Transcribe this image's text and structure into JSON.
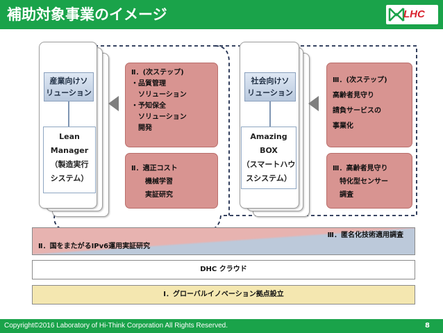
{
  "header": {
    "title": "補助対象事業のイメージ",
    "logo_text": "LHC"
  },
  "left_group": {
    "sector_label": "産業向けソ\nリューション",
    "product_label": "Lean\nManager\n（製造実行\nシステム）",
    "next_step": "Ⅱ．(次ステップ)\n・品質管理\n　ソリューション\n・予知保全\n　ソリューション\n　開発",
    "cost_box": "Ⅱ．適正コスト\n　　機械学習\n　　実証研究"
  },
  "right_group": {
    "sector_label": "社会向けソ\nリューション",
    "product_label": "Amazing\nBOX\n（スマートハウ\nスシステム）",
    "next_step": "Ⅲ．(次ステップ)\n高齢者見守り\n請負サービスの\n事業化",
    "sensor_box": "Ⅲ．高齢者見守り\n　特化型センサー\n　調査"
  },
  "bars": {
    "anonymization": "Ⅲ．匿名化技術適用調査",
    "ipv6": "Ⅱ．国をまたがるIPv6運用実証研究",
    "dhc": "DHC クラウド",
    "global": "Ⅰ．グローバルイノベーション拠点設立"
  },
  "footer": {
    "copyright": "Copyright©2016 Laboratory of Hi-Think Corporation All Rights Reserved.",
    "page_number": "8"
  },
  "colors": {
    "header_green": "#1aa34a",
    "logo_red": "#d9232e",
    "step_red": "#d89491",
    "label_blue": "#b9c9de",
    "base_yellow": "#f4e7b0"
  }
}
